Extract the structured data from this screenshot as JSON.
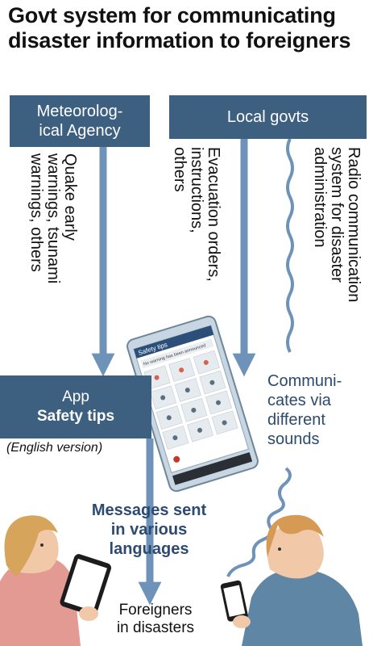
{
  "title": "Govt system for communicating disaster information to foreigners",
  "sources": {
    "meteorological": "Meteorolog-\nical Agency",
    "local": "Local govts"
  },
  "flows": {
    "quake": "Quake early\nwarnings, tsunami\nwarnings, others",
    "evacuation": "Evacuation orders,\ninstructions,\nothers",
    "radio": "Radio communication\nsystem for disaster\nadministration"
  },
  "app": {
    "label": "App",
    "name": "Safety tips",
    "version": "(English version)"
  },
  "phone": {
    "header": "Safety tips",
    "notice": "No warning has been announced"
  },
  "sounds_note": "Communi-\ncates via\ndifferent\nsounds",
  "messages": "Messages sent\nin various\nlanguages",
  "destination": "Foreigners\nin disasters",
  "colors": {
    "box": "#3d5f80",
    "arrow": "#6f93b8",
    "text_blue": "#2c4a72"
  }
}
